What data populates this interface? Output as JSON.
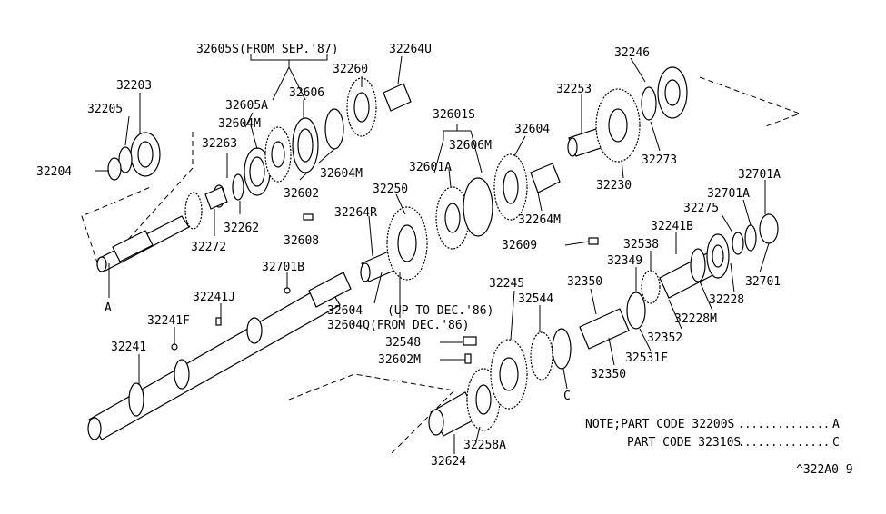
{
  "labels": {
    "p32605S": "32605S(FROM SEP.'87)",
    "p32264U": "32264U",
    "p32260": "32260",
    "p32203": "32203",
    "p32606": "32606",
    "p32605A": "32605A",
    "p32205": "32205",
    "p32604M_a": "32604M",
    "p32263": "32263",
    "p32204": "32204",
    "p32604M_b": "32604M",
    "p32602": "32602",
    "p32262": "32262",
    "p32272": "32272",
    "p32608": "32608",
    "p32601S": "32601S",
    "p32604_a": "32604",
    "p32606M": "32606M",
    "p32601A": "32601A",
    "p32250": "32250",
    "p32264R": "32264R",
    "p32264M": "32264M",
    "p32246": "32246",
    "p32253": "32253",
    "p32273": "32273",
    "p32230": "32230",
    "p32701A_a": "32701A",
    "p32701A_b": "32701A",
    "p32275": "32275",
    "p32241B": "32241B",
    "p32609": "32609",
    "p32538": "32538",
    "p32349": "32349",
    "p32701": "32701",
    "p32228": "32228",
    "p32228M": "32228M",
    "p32701B": "32701B",
    "p32241J": "32241J",
    "p32241F": "32241F",
    "p32241": "32241",
    "p32604_b": "32604",
    "upto": "(UP TO DEC.'86)",
    "p32604Q": "32604Q(FROM DEC.'86)",
    "p32245": "32245",
    "p32544": "32544",
    "p32350_a": "32350",
    "p32352": "32352",
    "p32531F": "32531F",
    "p32350_b": "32350",
    "p32548": "32548",
    "p32602M": "32602M",
    "p32258A": "32258A",
    "p32624": "32624",
    "refA1": "A",
    "refA2": "A",
    "refC": "C"
  },
  "note": {
    "line1_label": "NOTE;PART CODE 32200S",
    "line1_dots": "..............",
    "line1_ref": "A",
    "line2_label": "PART CODE 32310S",
    "line2_dots": "..............",
    "line2_ref": "C"
  },
  "diagram_code": "^322A0 9"
}
